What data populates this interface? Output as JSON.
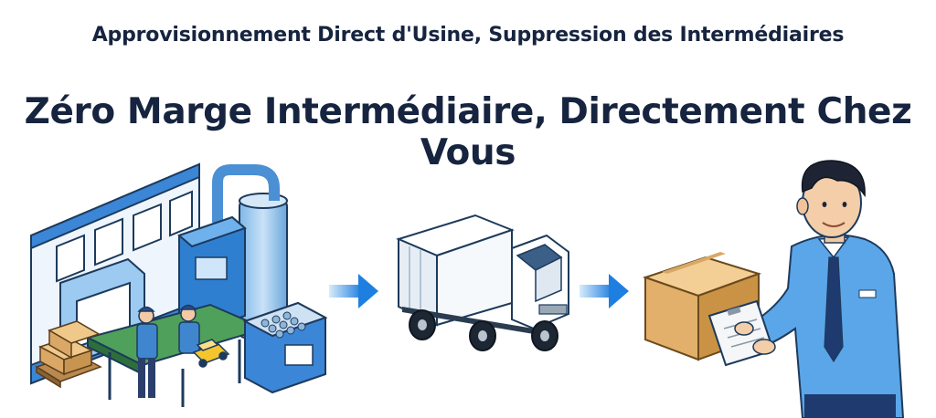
{
  "header": {
    "subtitle": "Approvisionnement Direct d'Usine, Suppression des Intermédiaires",
    "title": "Zéro Marge Intermédiaire, Directement Chez Vous"
  },
  "colors": {
    "heading": "#16243f",
    "accent_blue": "#2f8ee6",
    "box_brown": "#d9a866",
    "shirt_blue": "#5aa6e8"
  },
  "illustrations": {
    "factory": "factory-production-line",
    "arrow": "right-arrow-icon",
    "truck": "delivery-truck",
    "customer": "man-receiving-package"
  }
}
